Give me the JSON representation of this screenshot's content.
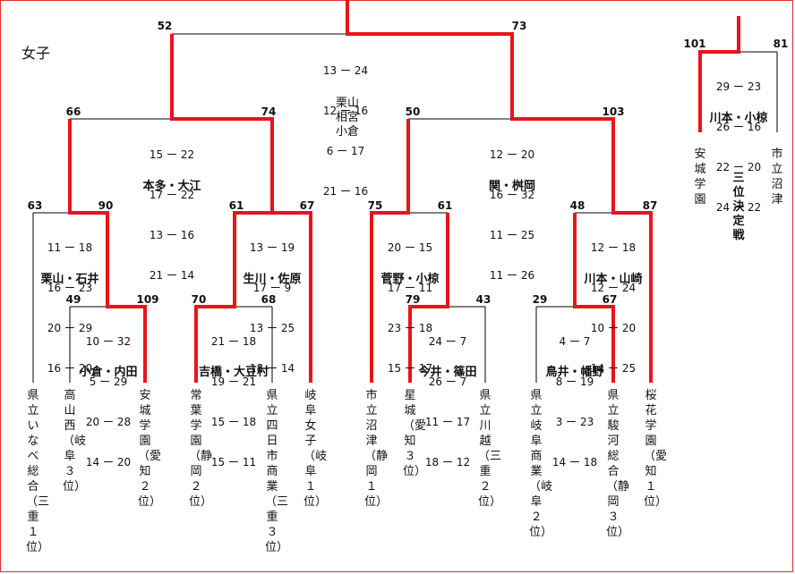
{
  "title": "女子",
  "final": {
    "left_score": "52",
    "right_score": "73",
    "games": [
      "13 ー 24",
      "12 ー 16",
      "6 ー 17",
      "21 ー 16"
    ],
    "winner": "栗山\n相宮\n小倉"
  },
  "semis": [
    {
      "left_score": "66",
      "right_score": "74",
      "games": [
        "15 ー 22",
        "17 ー 22",
        "13 ー 16",
        "21 ー 14"
      ],
      "winner": "本多・大江"
    },
    {
      "left_score": "50",
      "right_score": "103",
      "games": [
        "12 ー 20",
        "16 ー 32",
        "11 ー 25",
        "11 ー 26"
      ],
      "winner": "関・桝岡"
    }
  ],
  "quarters": [
    {
      "left_score": "63",
      "right_score": "90",
      "games": [
        "11 ー 18",
        "16 ー 23",
        "20 ー 29",
        "16 ー 20"
      ],
      "winner": "栗山・石井"
    },
    {
      "left_score": "61",
      "right_score": "67",
      "games": [
        "13 ー 19",
        "17 ー 9",
        "13 ー 25",
        "18 ー 14"
      ],
      "winner": "生川・佐原"
    },
    {
      "left_score": "75",
      "right_score": "61",
      "games": [
        "20 ー 15",
        "17 ー 11",
        "23 ー 18",
        "15 ー 17"
      ],
      "winner": "菅野・小椋"
    },
    {
      "left_score": "48",
      "right_score": "87",
      "games": [
        "12 ー 18",
        "12 ー 24",
        "10 ー 20",
        "14 ー 25"
      ],
      "winner": "川本・山崎"
    }
  ],
  "first_round": [
    {
      "left_score": "49",
      "right_score": "109",
      "games": [
        "10 ー 32",
        "5 ー 29",
        "20 ー 28",
        "14 ー 20"
      ],
      "winner": "小倉・内田"
    },
    {
      "left_score": "70",
      "right_score": "68",
      "games": [
        "21 ー 18",
        "19 ー 21",
        "15 ー 18",
        "15 ー 11"
      ],
      "winner": "吉橋・大豆村"
    },
    {
      "left_score": "79",
      "right_score": "43",
      "games": [
        "24 ー 7",
        "26 ー 7",
        "11 ー 17",
        "18 ー 12"
      ],
      "winner": "今井・篠田"
    },
    {
      "left_score": "29",
      "right_score": "67",
      "games": [
        "4 ー 7",
        "8 ー 19",
        "3 ー 23",
        "14 ー 18"
      ],
      "winner": "鳥井・幡野"
    }
  ],
  "teams": [
    "県立いなべ総合（三重１位）",
    "高山西（岐阜３位）",
    "安城学園（愛知２位）",
    "常葉学園（静岡２位）",
    "県立四日市商業（三重３位）",
    "岐阜女子（岐阜１位）",
    "市立沼津（静岡１位）",
    "星　城（愛知３位）",
    "県立川越（三重２位）",
    "県立岐阜商業（岐阜２位）",
    "県立駿河総合（静岡３位）",
    "桜花学園（愛知１位）"
  ],
  "third_place": {
    "left_score": "101",
    "right_score": "81",
    "games": [
      "29 ー 23",
      "26 ー 16",
      "22 ー 20",
      "24 ー 22"
    ],
    "winner": "川本・小椋",
    "left_team": "安城学園",
    "right_team": "市立沼津",
    "label": "三位決定戦"
  },
  "colors": {
    "win_line": "#e8141c",
    "line": "#000000",
    "frame": "#e03030"
  }
}
